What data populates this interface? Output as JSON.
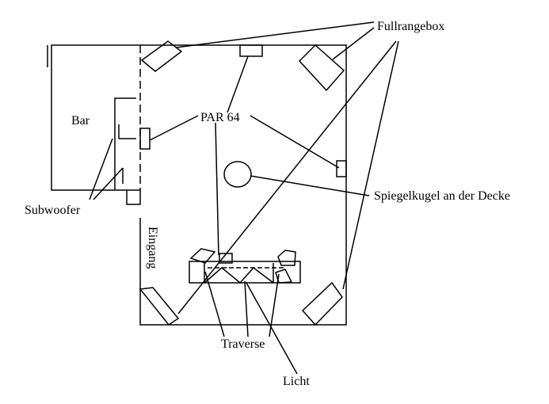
{
  "labels": {
    "fullrangebox": "Fullrangebox",
    "bar": "Bar",
    "par64": "PAR 64",
    "spiegelkugel": "Spiegelkugel an der Decke",
    "subwoofer": "Subwoofer",
    "eingang": "Eingang",
    "traverse": "Traverse",
    "licht": "Licht"
  }
}
